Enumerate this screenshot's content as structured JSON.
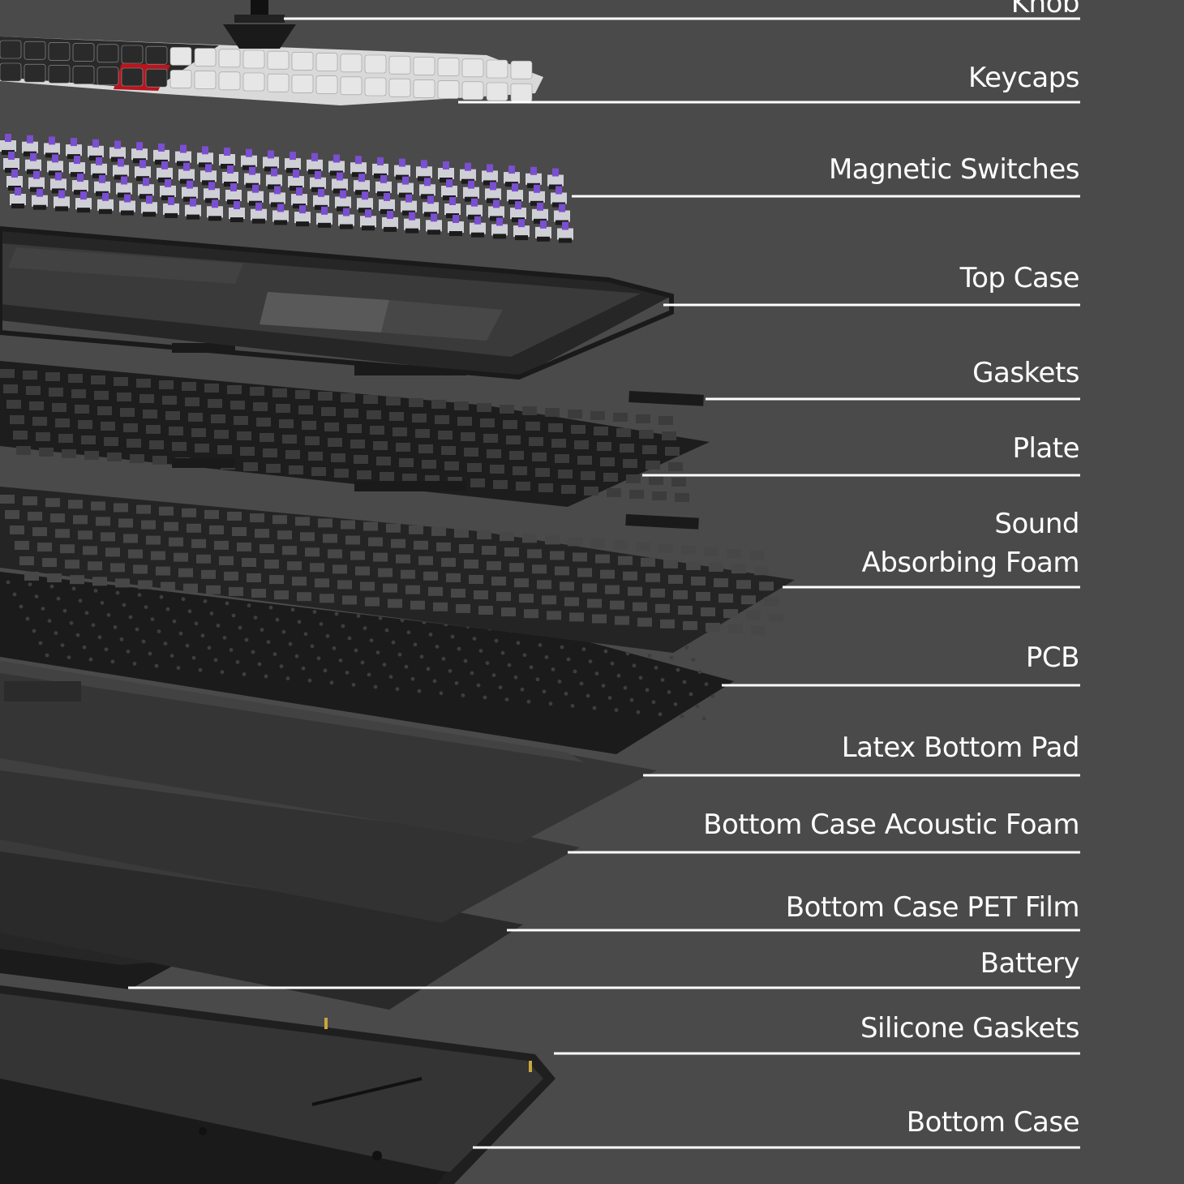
{
  "components": [
    {
      "id": "knob",
      "label": "Knob"
    },
    {
      "id": "keycaps",
      "label": "Keycaps"
    },
    {
      "id": "magnetic-switches",
      "label": "Magnetic Switches"
    },
    {
      "id": "top-case",
      "label": "Top Case"
    },
    {
      "id": "gaskets",
      "label": "Gaskets"
    },
    {
      "id": "plate",
      "label": "Plate"
    },
    {
      "id": "sound-absorbing-foam",
      "label_line1": "Sound",
      "label_line2": "Absorbing Foam"
    },
    {
      "id": "pcb",
      "label": "PCB"
    },
    {
      "id": "latex-bottom-pad",
      "label": "Latex Bottom Pad"
    },
    {
      "id": "bottom-case-acoustic-foam",
      "label": "Bottom Case Acoustic Foam"
    },
    {
      "id": "bottom-case-pet-film",
      "label": "Bottom Case PET Film"
    },
    {
      "id": "battery",
      "label": "Battery"
    },
    {
      "id": "silicone-gaskets",
      "label": "Silicone Gaskets"
    },
    {
      "id": "bottom-case",
      "label": "Bottom Case"
    }
  ],
  "colors": {
    "background": "#4a4a4a",
    "leader_line": "#ffffff",
    "label_text": "#ffffff",
    "switch_accent": "#7a4fd0",
    "keycap_light": "#e6e6e6",
    "keycap_dark": "#2a2a2a",
    "keycap_accent": "#c8202a"
  }
}
